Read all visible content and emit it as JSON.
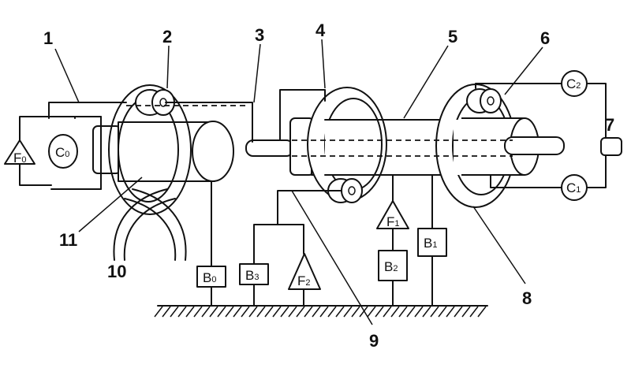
{
  "callouts": {
    "n1": "1",
    "n2": "2",
    "n3": "3",
    "n4": "4",
    "n5": "5",
    "n6": "6",
    "n7": "7",
    "n8": "8",
    "n9": "9",
    "n10": "10",
    "n11": "11"
  },
  "blocks": {
    "F0": {
      "letter": "F",
      "sub": "0"
    },
    "C0": {
      "letter": "C",
      "sub": "0"
    },
    "C1": {
      "letter": "C",
      "sub": "1"
    },
    "C2": {
      "letter": "C",
      "sub": "2"
    },
    "F1": {
      "letter": "F",
      "sub": "1"
    },
    "F2": {
      "letter": "F",
      "sub": "2"
    },
    "B0": {
      "letter": "B",
      "sub": "0"
    },
    "B1": {
      "letter": "B",
      "sub": "1"
    },
    "B2": {
      "letter": "B",
      "sub": "2"
    },
    "B3": {
      "letter": "B",
      "sub": "3"
    }
  }
}
